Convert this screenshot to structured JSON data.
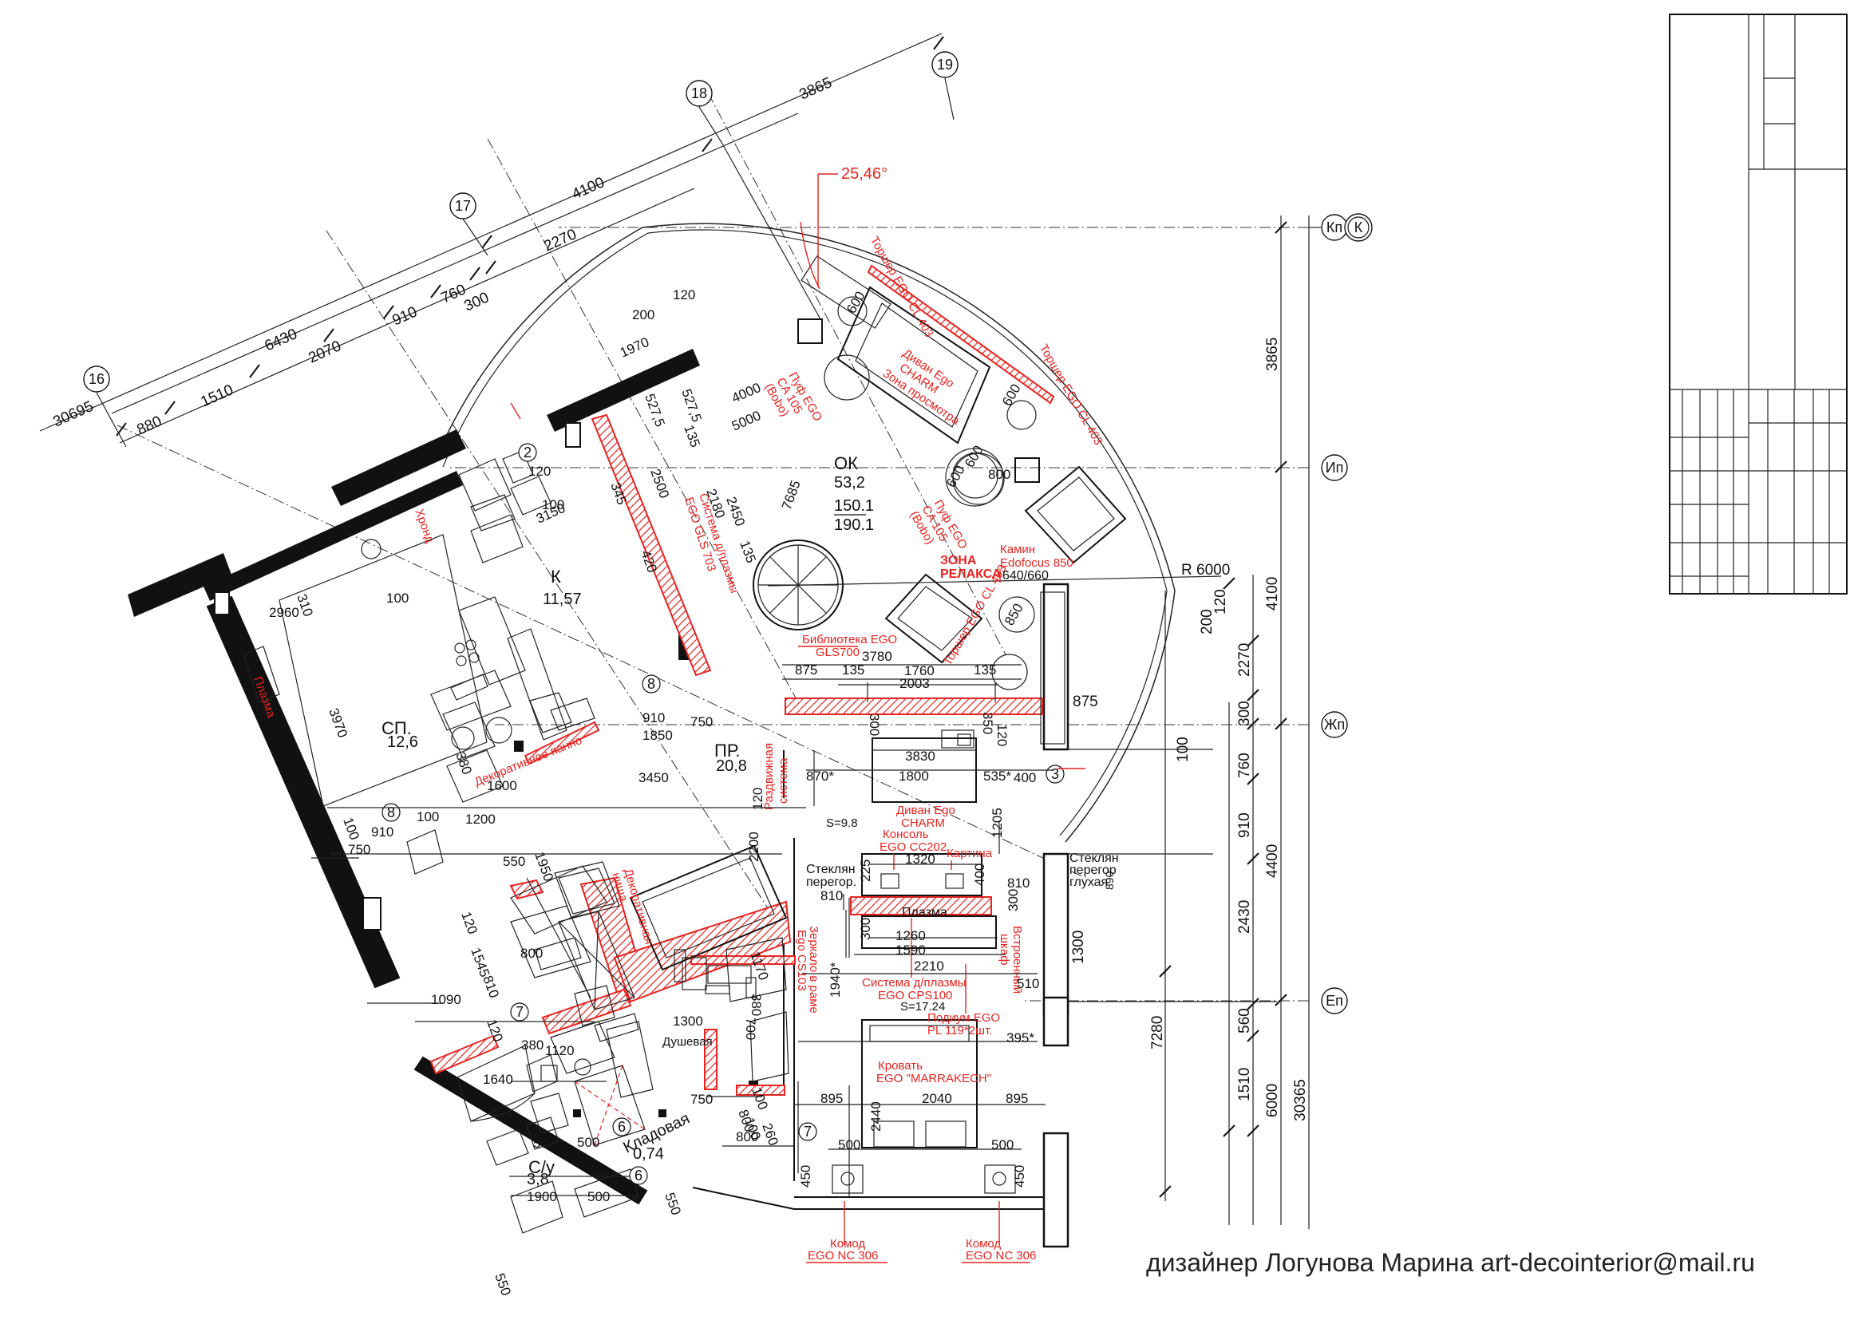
{
  "signature": "дизайнер Логунова Марина art-decointerior@mail.ru",
  "axes_diag": [
    "16",
    "17",
    "18",
    "19"
  ],
  "axes_right": [
    "Кп",
    "К",
    "Ип",
    "Жп",
    "Еп"
  ],
  "axes_inner": [
    "2",
    "3",
    "6",
    "6",
    "7",
    "7",
    "8",
    "8"
  ],
  "angle": "25,46°",
  "radius": "R 6000",
  "rooms": {
    "ok_name": "ОК",
    "ok_area": "53,2",
    "ok_h1": "150.1",
    "ok_h2": "190.1",
    "k_name": "К",
    "k_area": "11,57",
    "sp_name": "СП.",
    "sp_area": "12,6",
    "pr_name": "ПР.",
    "pr_area": "20,8",
    "su_name": "С/у",
    "su_area": "3,8",
    "kl_name": "Кладовая",
    "kl_area": "0,74",
    "shower": "Душевая",
    "s1": "S=9.8",
    "s2": "S=17.24"
  },
  "red_labels": {
    "torsher1": "Торшер EGO CL 403",
    "torsher2": "Торшер EGO CL 403",
    "torsher3": "Торшер EGO CL 403",
    "divan1a": "Диван Ego",
    "divan1b": "CHARM",
    "zona_prosmotra": "Зона просмотра",
    "puf1a": "Пуф EGO",
    "puf1b": "CA 105",
    "puf1c": "(Bobo)",
    "puf2a": "Пуф EGO",
    "puf2b": "CA 105",
    "puf2c": "(Bobo)",
    "zona_relaksa1": "ЗОНА",
    "zona_relaksa2": "РЕЛАКСА",
    "kamin1": "Камин",
    "kamin2": "Edofocus 850",
    "sistema_plazmy1": "Система д/плазмы",
    "sistema_plazmy2": "EGO GLS 703",
    "biblioteka1": "Библиотека EGO",
    "biblioteka2": "GLS700",
    "dekor_panno": "Декоративное панно",
    "plazma_sp": "Плазма",
    "hrond": "Хронд",
    "razdvizh1": "Раздвижная",
    "razdvizh2": "система",
    "divan2a": "Диван Ego",
    "divan2b": "CHARM",
    "konsol1": "Консоль",
    "konsol2": "EGO CC202",
    "kartina": "Картина",
    "sistema2a": "Система д/плазмы",
    "sistema2b": "EGO CPS100",
    "podium1": "Подиум EGO",
    "podium2": "PL 119*2шт.",
    "krovat1": "Кровать",
    "krovat2": "EGO \"MARRAKECH\"",
    "komod1a": "Комод",
    "komod1b": "EGO NC 306",
    "komod2a": "Комод",
    "komod2b": "EGO NC 306",
    "zerkalo1": "Зеркало в раме",
    "zerkalo2": "Ego CS103",
    "dekor_nisha1": "Декоративная",
    "dekor_nisha2": "ниша",
    "vstroen1": "Встроенный",
    "vstroen2": "шкаф"
  },
  "black_labels": {
    "plazma": "Плазма",
    "steklo1a": "Стеклян",
    "steklo1b": "перегор.",
    "steklo2a": "Стеклян",
    "steklo2b": "перегор",
    "steklo2c": "глухая",
    "kamin_dim": "640/660"
  },
  "dims_diag": [
    "30695",
    "880",
    "1510",
    "2070",
    "910",
    "760",
    "300",
    "2270",
    "6430",
    "4100",
    "3865"
  ],
  "dims_right": [
    "3865",
    "4100",
    "2270",
    "300",
    "760",
    "910",
    "2430",
    "560",
    "1510",
    "4400",
    "6000",
    "7280",
    "30365",
    "200",
    "120",
    "100",
    "875",
    "1300",
    "890"
  ],
  "dims_misc": [
    "1970",
    "200",
    "120",
    "527,5",
    "527,5",
    "135",
    "4000",
    "5000",
    "2500",
    "2180",
    "2450",
    "7685",
    "120",
    "100",
    "345",
    "3150",
    "310",
    "2960",
    "100",
    "100",
    "3970",
    "420",
    "135",
    "380",
    "1600",
    "3450",
    "910",
    "1850",
    "750",
    "1200",
    "100",
    "910",
    "100",
    "750",
    "1950",
    "550",
    "120",
    "1545",
    "800",
    "810",
    "1090",
    "120",
    "380",
    "1120",
    "1300",
    "1640",
    "500",
    "500",
    "1900",
    "500",
    "550",
    "550",
    "750",
    "100",
    "260",
    "800",
    "800",
    "100",
    "700",
    "380",
    "1170",
    "120",
    "2200",
    "3780",
    "875",
    "135",
    "1760",
    "135",
    "2003",
    "300",
    "350",
    "120",
    "3830",
    "870*",
    "1800",
    "535*",
    "400",
    "1205",
    "1320",
    "225",
    "400",
    "810",
    "810",
    "300",
    "1260",
    "1590",
    "300",
    "2210",
    "1940*",
    "510",
    "395*",
    "895",
    "2040",
    "895",
    "2440",
    "500",
    "500",
    "450",
    "450",
    "600",
    "600",
    "600",
    "800",
    "850",
    "600",
    "800"
  ]
}
